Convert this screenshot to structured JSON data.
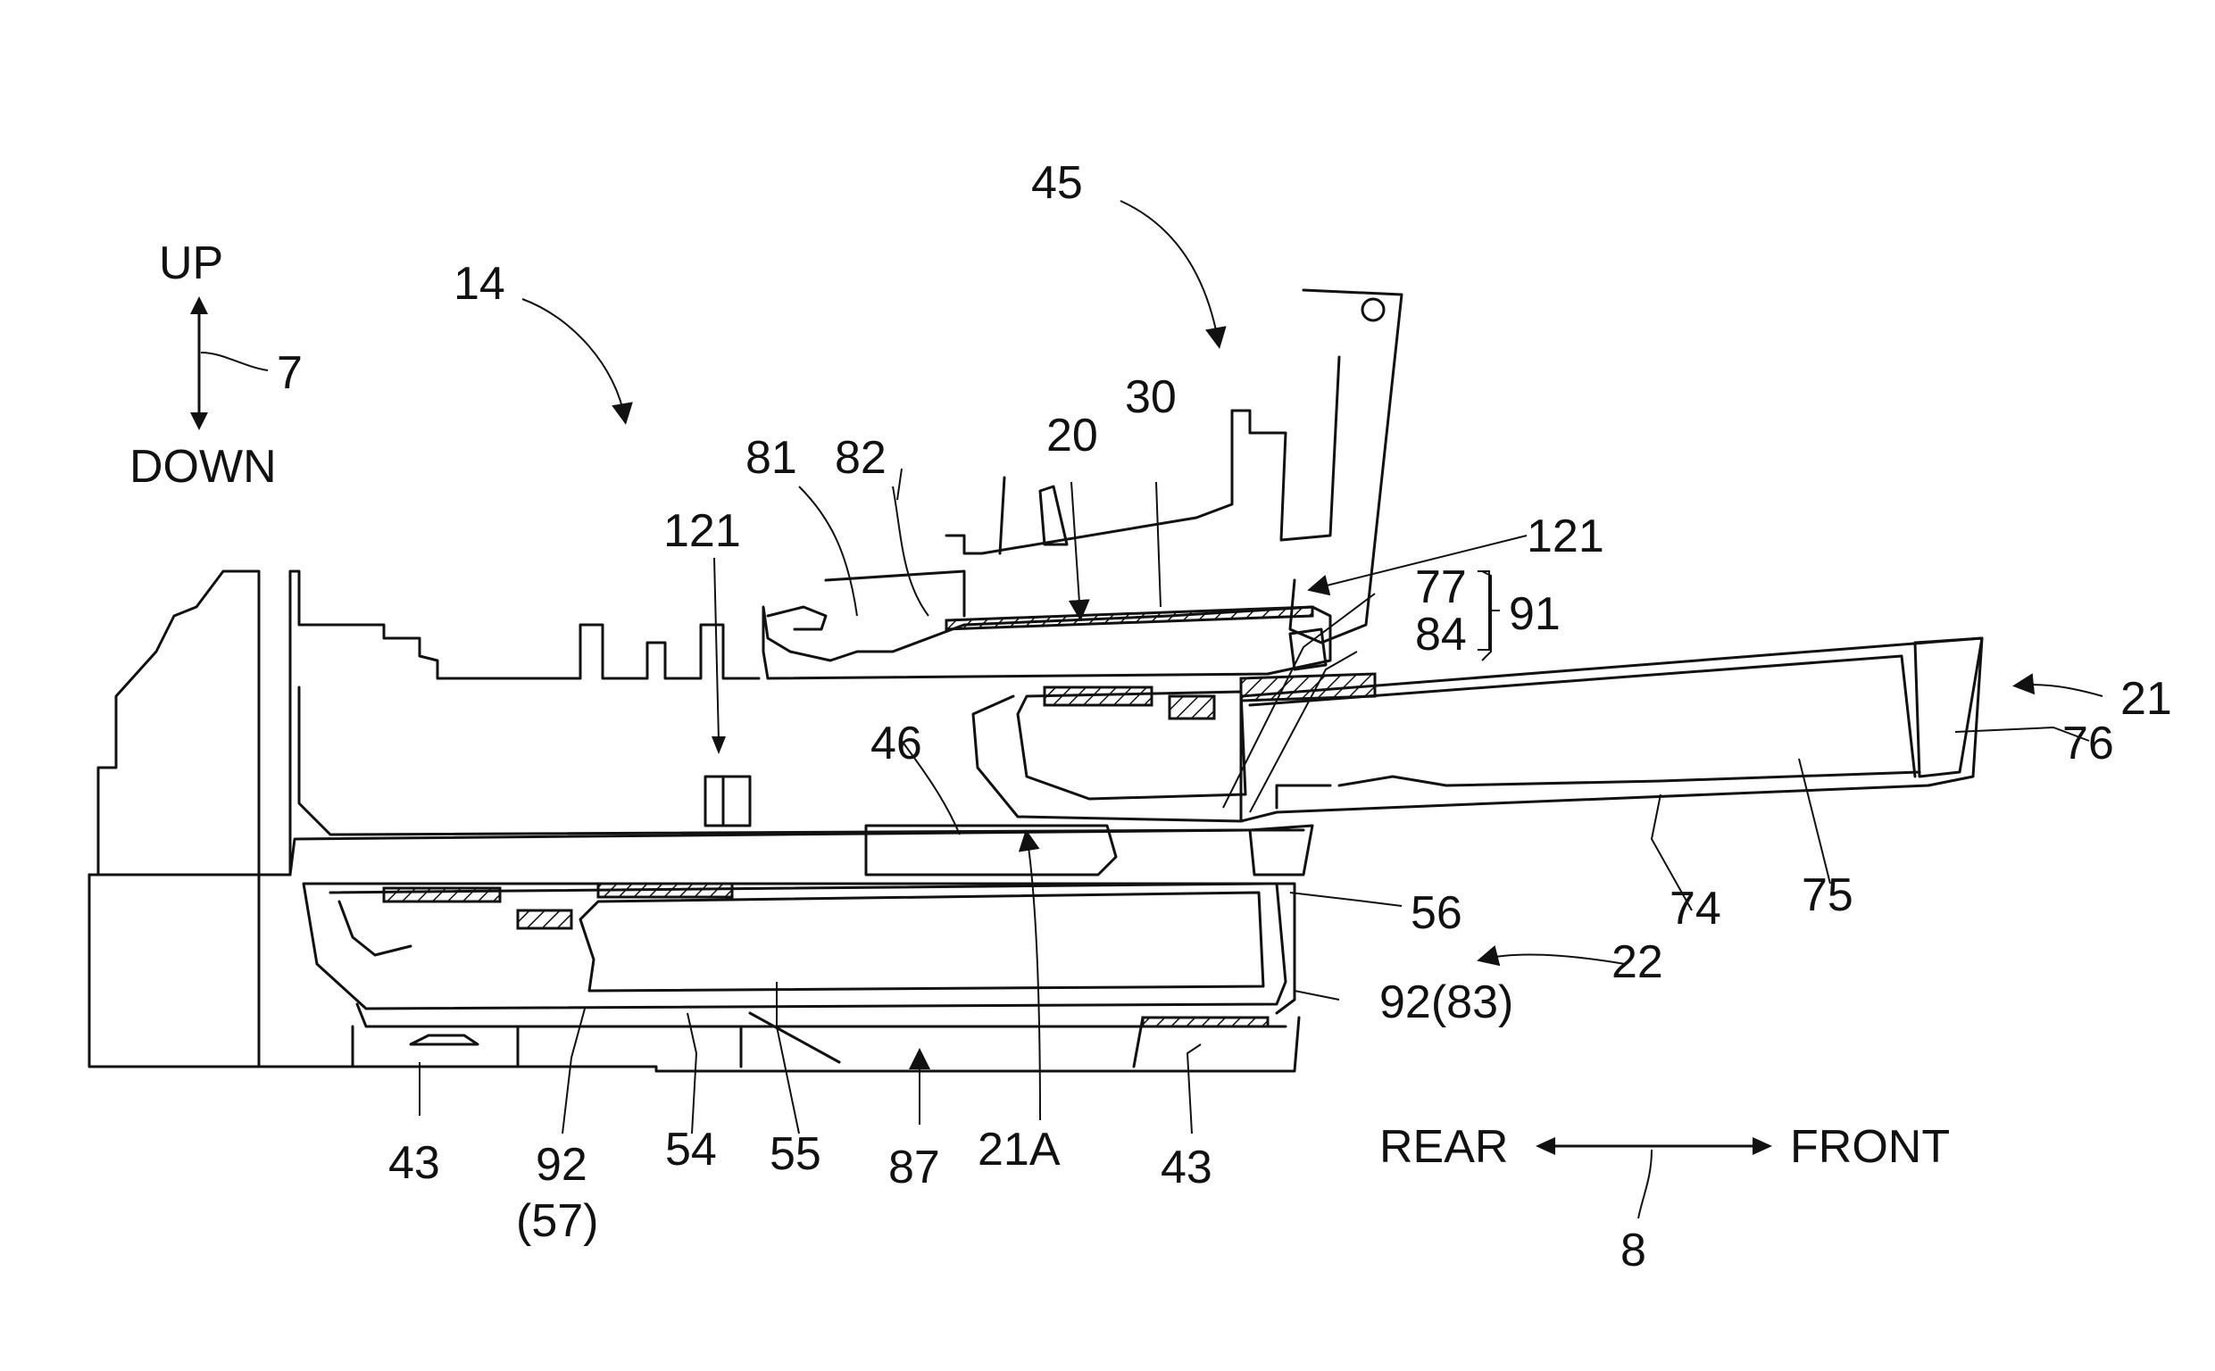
{
  "colors": {
    "line": "#111111",
    "background": "#ffffff"
  },
  "directions": {
    "up": "UP",
    "down": "DOWN",
    "vertical_ref": "7",
    "rear": "REAR",
    "front": "FRONT",
    "horizontal_ref": "8"
  },
  "labels": {
    "l45": "45",
    "l14": "14",
    "l30": "30",
    "l20": "20",
    "l81": "81",
    "l82": "82",
    "l121a": "121",
    "l121b": "121",
    "l77": "77",
    "l91": "91",
    "l84": "84",
    "l21": "21",
    "l76": "76",
    "l46": "46",
    "l56": "56",
    "l74": "74",
    "l75": "75",
    "l22": "22",
    "l92_83": "92(83)",
    "l43a": "43",
    "l92": "92",
    "l57": "(57)",
    "l54": "54",
    "l55": "55",
    "l87": "87",
    "l21A": "21A",
    "l43b": "43"
  }
}
